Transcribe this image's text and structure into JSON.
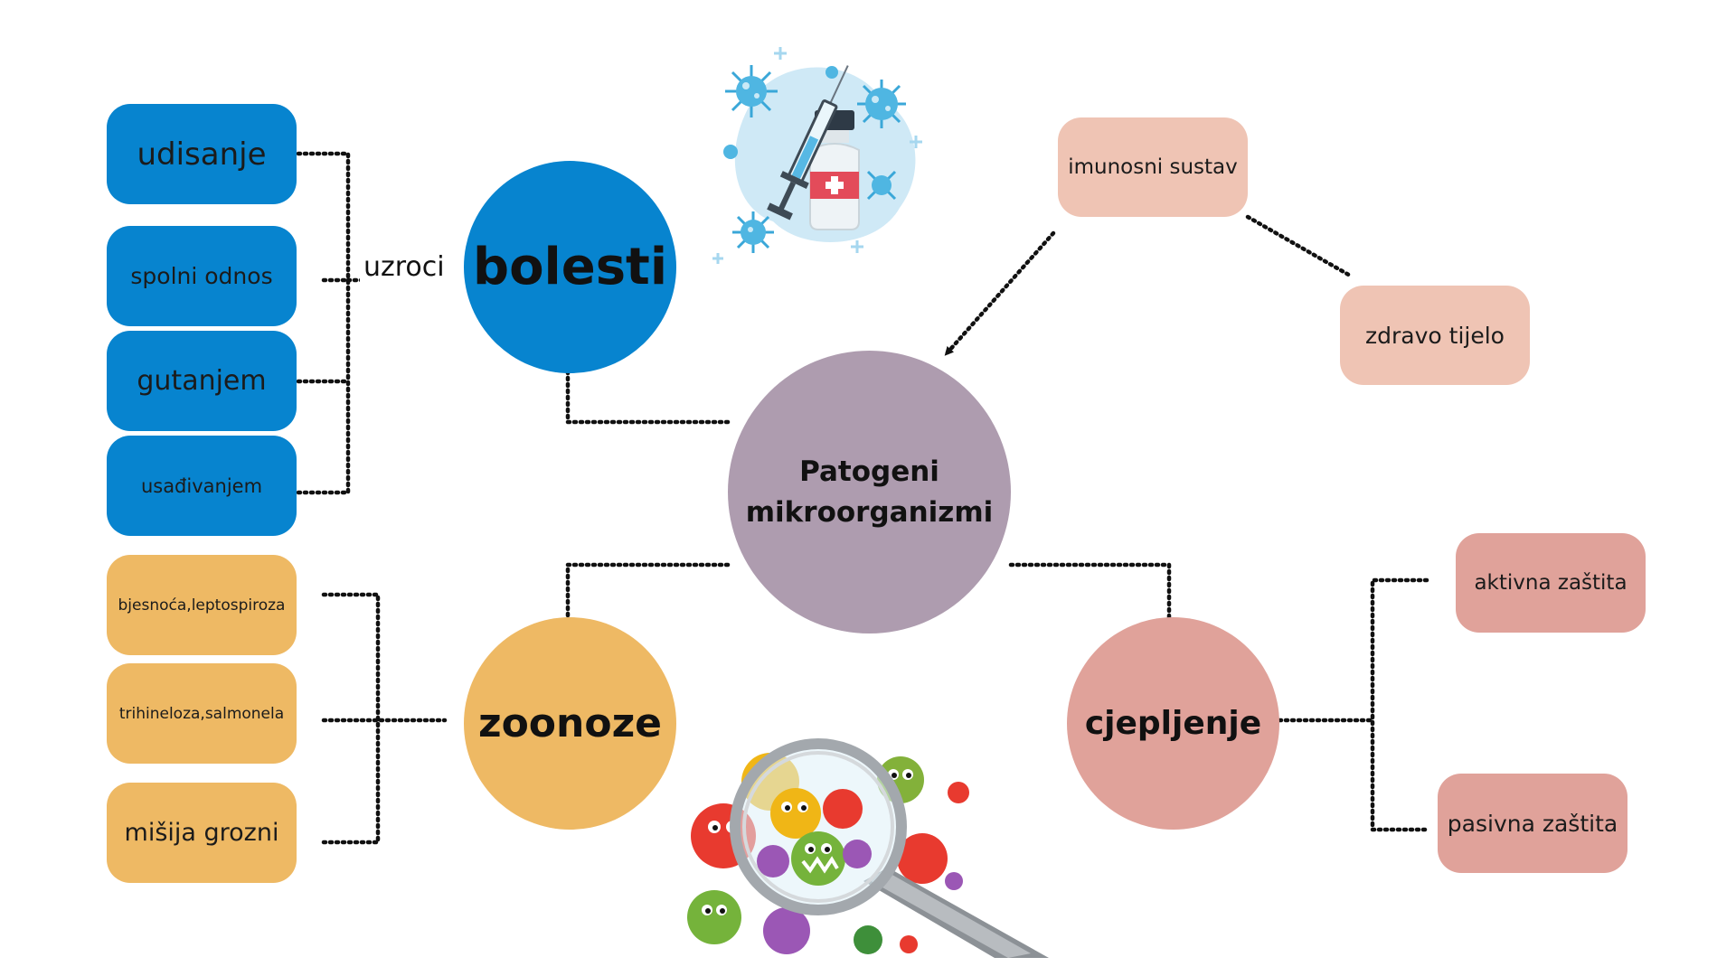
{
  "center": {
    "line1": "Patogeni",
    "line2": "mikroorganizmi",
    "color": "#ae9caf"
  },
  "bolesti": {
    "label": "bolesti",
    "color": "#0784cf",
    "connector_label": "uzroci",
    "causes": [
      "udisanje",
      "spolni odnos",
      "gutanjem",
      "usađivanjem"
    ]
  },
  "zoonoze": {
    "label": "zoonoze",
    "color": "#eeb964",
    "examples": [
      "bjesnoća,leptospiroza",
      "trihineloza,salmonela",
      "mišija grozni"
    ]
  },
  "cjepljenje": {
    "label": "cjepljenje",
    "color": "#e0a29a",
    "types": [
      "aktivna zaštita",
      "pasivna zaštita"
    ]
  },
  "imunitet": {
    "labels": [
      "imunosni sustav",
      "zdravo tijelo"
    ],
    "color": "#efc4b4"
  },
  "illustrations": {
    "top": "vaccine-virus-illustration",
    "bottom": "magnifier-germs-illustration"
  }
}
